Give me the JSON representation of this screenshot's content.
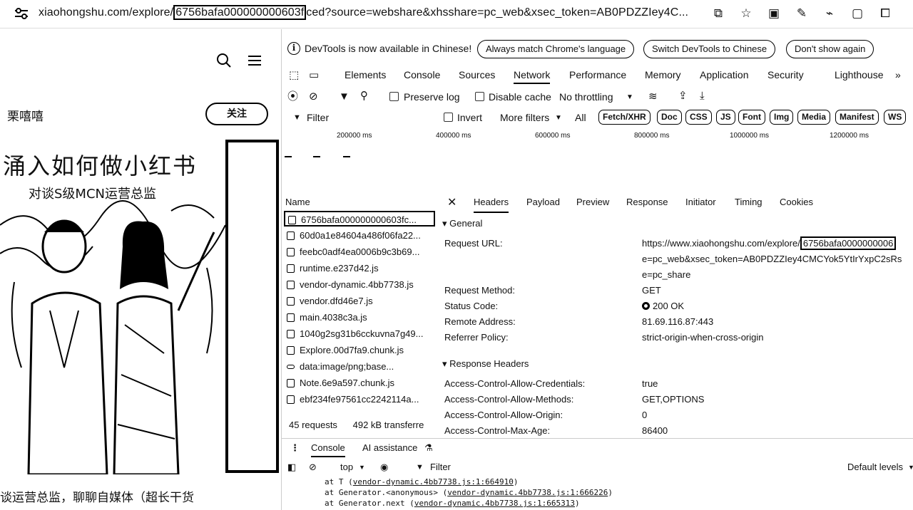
{
  "address_bar": {
    "url_prefix": "xiaohongshu.com/explore/",
    "url_highlight": "6756bafa000000000603f",
    "url_suffix": "ced?source=webshare&xhsshare=pc_web&xsec_token=AB0PDZZIey4C..."
  },
  "left": {
    "author": "栗嘻嘻",
    "follow_label": "关注",
    "photo_title": "涌入如何做小红书",
    "photo_subtitle": "对谈S级MCN运营总监",
    "caption": "谈运营总监，聊聊自媒体（超长干货"
  },
  "devtools": {
    "info_message": "DevTools is now available in Chinese!",
    "btn_match": "Always match Chrome's language",
    "btn_switch": "Switch DevTools to Chinese",
    "btn_dont_show": "Don't show again",
    "tabs": [
      "Elements",
      "Console",
      "Sources",
      "Network",
      "Performance",
      "Memory",
      "Application",
      "Security",
      "Lighthouse"
    ],
    "toolbar": {
      "preserve_log": "Preserve log",
      "disable_cache": "Disable cache",
      "throttling": "No throttling"
    },
    "filter": {
      "placeholder": "Filter",
      "invert": "Invert",
      "more_filters": "More filters",
      "all": "All",
      "chips": [
        "Fetch/XHR",
        "Doc",
        "CSS",
        "JS",
        "Font",
        "Img",
        "Media",
        "Manifest",
        "WS"
      ]
    },
    "timeline_ticks": [
      "200000 ms",
      "400000 ms",
      "600000 ms",
      "800000 ms",
      "1000000 ms",
      "1200000 ms"
    ],
    "requests": {
      "header": "Name",
      "items": [
        "6756bafa000000000603fc...",
        "60d0a1e84604a486f06fa22...",
        "feebc0adf4ea0006b9c3b69...",
        "runtime.e237d42.js",
        "vendor-dynamic.4bb7738.js",
        "vendor.dfd46e7.js",
        "main.4038c3a.js",
        "1040g2sg31b6cckuvna7g49...",
        "Explore.00d7fa9.chunk.js",
        "data:image/png;base...",
        "Note.6e9a597.chunk.js",
        "ebf234fe97561cc2242114a..."
      ],
      "count": "45 requests",
      "transferred": "492 kB transferre"
    },
    "detail_tabs": [
      "Headers",
      "Payload",
      "Preview",
      "Response",
      "Initiator",
      "Timing",
      "Cookies"
    ],
    "general": {
      "title": "General",
      "request_url_key": "Request URL:",
      "request_url_line1_prefix": "https://www.xiaohongshu.com/explore/",
      "request_url_line1_hl": "6756bafa0000000006",
      "request_url_line2": "e=pc_web&xsec_token=AB0PDZZIey4CMCYok5YtIrYxpC2sRs",
      "request_url_line3": "e=pc_share",
      "method_key": "Request Method:",
      "method_val": "GET",
      "status_key": "Status Code:",
      "status_val": "200 OK",
      "remote_key": "Remote Address:",
      "remote_val": "81.69.116.87:443",
      "referrer_key": "Referrer Policy:",
      "referrer_val": "strict-origin-when-cross-origin"
    },
    "response_headers": {
      "title": "Response Headers",
      "rows": [
        {
          "k": "Access-Control-Allow-Credentials:",
          "v": "true"
        },
        {
          "k": "Access-Control-Allow-Methods:",
          "v": "GET,OPTIONS"
        },
        {
          "k": "Access-Control-Allow-Origin:",
          "v": "0"
        },
        {
          "k": "Access-Control-Max-Age:",
          "v": "86400"
        }
      ]
    },
    "drawer": {
      "console_tab": "Console",
      "ai_tab": "AI assistance",
      "context": "top",
      "filter": "Filter",
      "levels": "Default levels"
    },
    "console_lines": [
      {
        "pre": "at T (",
        "link": "vendor-dynamic.4bb7738.js:1:664910",
        "post": ")"
      },
      {
        "pre": "at Generator.<anonymous> (",
        "link": "vendor-dynamic.4bb7738.js:1:666226",
        "post": ")"
      },
      {
        "pre": "at Generator.next (",
        "link": "vendor-dynamic.4bb7738.js:1:665313",
        "post": ")"
      }
    ]
  }
}
